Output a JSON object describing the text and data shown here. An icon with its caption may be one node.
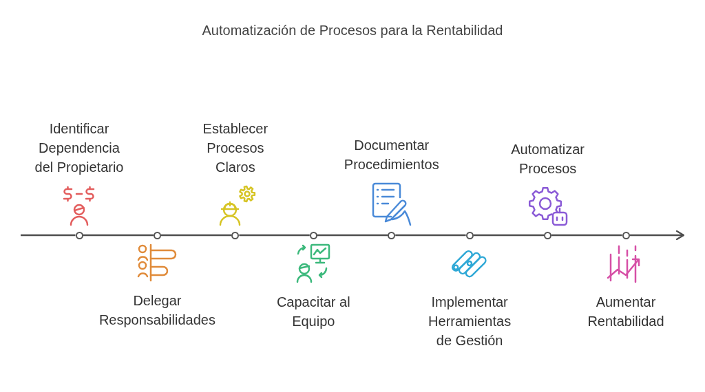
{
  "diagram": {
    "title": "Automatización de Procesos para la Rentabilidad",
    "nodes": [
      {
        "text": [],
        "shape": "circle"
      },
      {
        "text": [],
        "shape": "circle"
      },
      {
        "text": [],
        "shape": "circle"
      },
      {
        "text": [],
        "shape": "circle"
      },
      {
        "text": [],
        "shape": "circle"
      },
      {
        "text": [],
        "shape": "circle"
      },
      {
        "text": [],
        "shape": "circle"
      },
      {
        "text": [],
        "shape": "circle"
      }
    ],
    "edges": [
      {
        "from": null,
        "to": 0,
        "arrow": "none"
      },
      {
        "from": 0,
        "to": 1,
        "arrow": "none"
      },
      {
        "from": 1,
        "to": 2,
        "arrow": "none"
      },
      {
        "from": 2,
        "to": 3,
        "arrow": "none"
      },
      {
        "from": 3,
        "to": 4,
        "arrow": "none"
      },
      {
        "from": 4,
        "to": 5,
        "arrow": "none"
      },
      {
        "from": 5,
        "to": 6,
        "arrow": "none"
      },
      {
        "from": 6,
        "to": 7,
        "arrow": "none"
      },
      {
        "from": 7,
        "to": null,
        "arrow": "to"
      }
    ],
    "labels": [
      "Identificar Dependencia del Propietario",
      "Delegar Responsabilidades",
      "Establecer Procesos Claros",
      "Capacitar al Equipo",
      "Documentar Procedimientos",
      "Implementar Herramientas de Gestión",
      "Automatizar Procesos",
      "Aumentar Rentabilidad"
    ]
  }
}
